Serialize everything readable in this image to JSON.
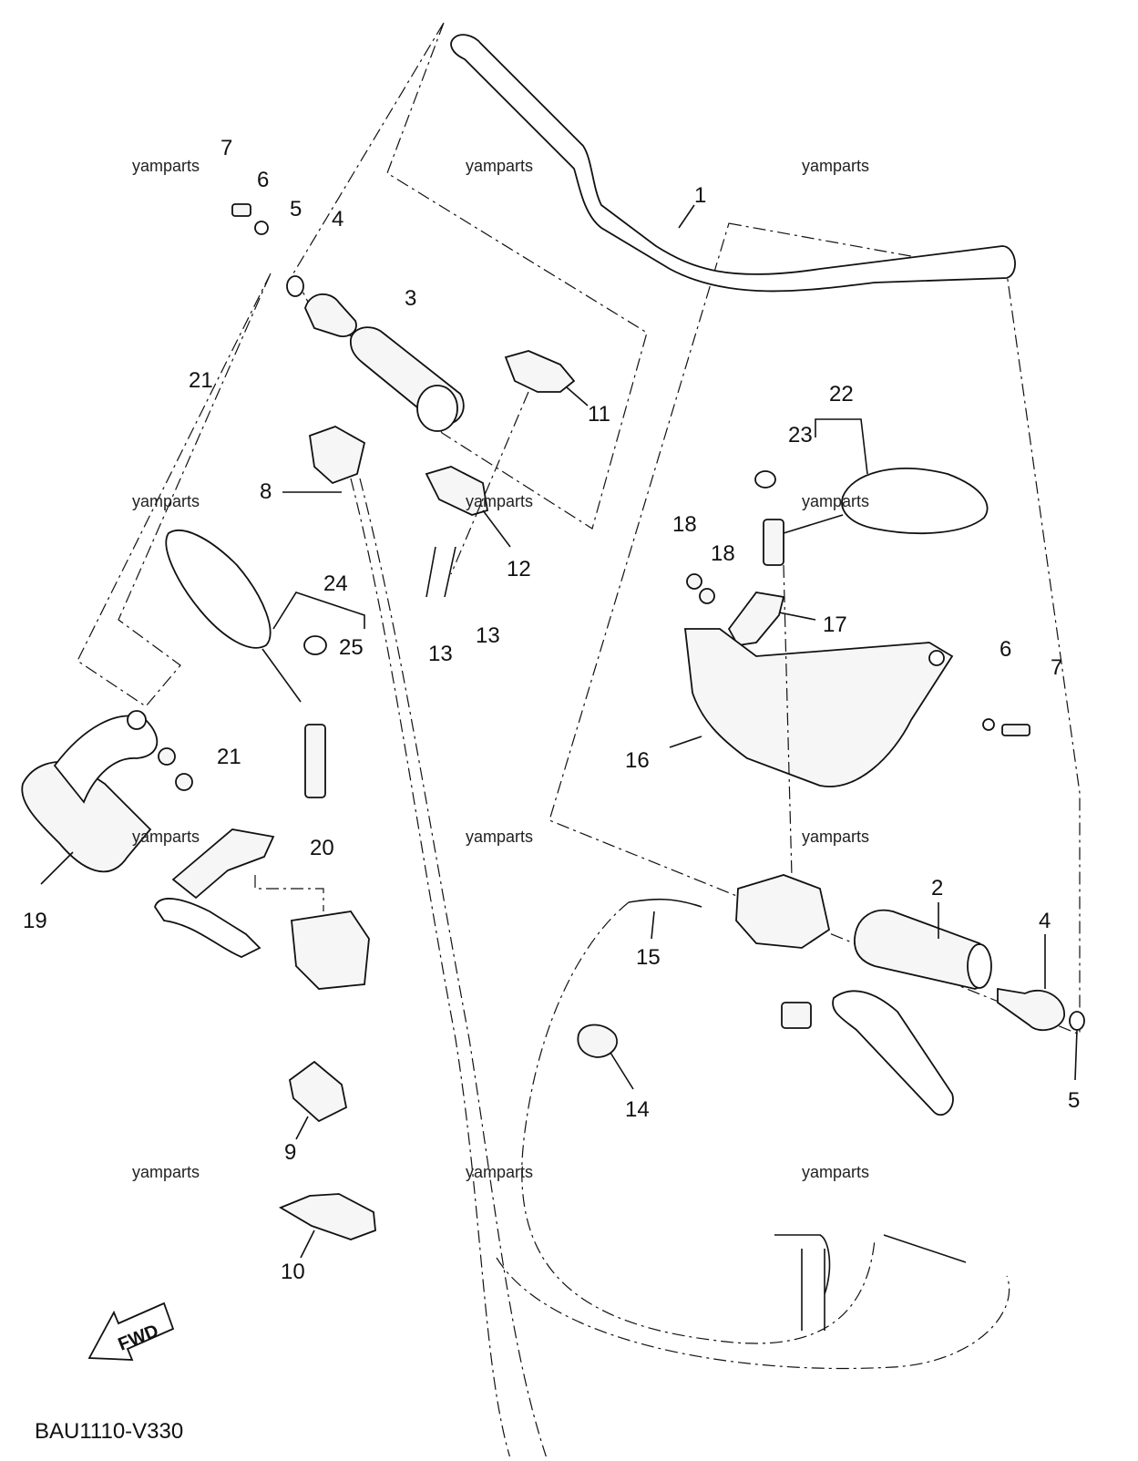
{
  "diagram": {
    "code": "BAU1110-V330",
    "fwd_label": "FWD",
    "watermark": "yamparts",
    "callouts": [
      {
        "id": "c1",
        "text": "1"
      },
      {
        "id": "c2",
        "text": "2"
      },
      {
        "id": "c3",
        "text": "3"
      },
      {
        "id": "c4a",
        "text": "4"
      },
      {
        "id": "c4b",
        "text": "4"
      },
      {
        "id": "c5a",
        "text": "5"
      },
      {
        "id": "c5b",
        "text": "5"
      },
      {
        "id": "c6a",
        "text": "6"
      },
      {
        "id": "c6b",
        "text": "6"
      },
      {
        "id": "c7a",
        "text": "7"
      },
      {
        "id": "c7b",
        "text": "7"
      },
      {
        "id": "c8",
        "text": "8"
      },
      {
        "id": "c9",
        "text": "9"
      },
      {
        "id": "c10",
        "text": "10"
      },
      {
        "id": "c11",
        "text": "11"
      },
      {
        "id": "c12",
        "text": "12"
      },
      {
        "id": "c13a",
        "text": "13"
      },
      {
        "id": "c13b",
        "text": "13"
      },
      {
        "id": "c14",
        "text": "14"
      },
      {
        "id": "c15",
        "text": "15"
      },
      {
        "id": "c16",
        "text": "16"
      },
      {
        "id": "c17",
        "text": "17"
      },
      {
        "id": "c18a",
        "text": "18"
      },
      {
        "id": "c18b",
        "text": "18"
      },
      {
        "id": "c19",
        "text": "19"
      },
      {
        "id": "c20",
        "text": "20"
      },
      {
        "id": "c21a",
        "text": "21"
      },
      {
        "id": "c21b",
        "text": "21"
      },
      {
        "id": "c22",
        "text": "22"
      },
      {
        "id": "c23",
        "text": "23"
      },
      {
        "id": "c24",
        "text": "24"
      },
      {
        "id": "c25",
        "text": "25"
      }
    ]
  }
}
